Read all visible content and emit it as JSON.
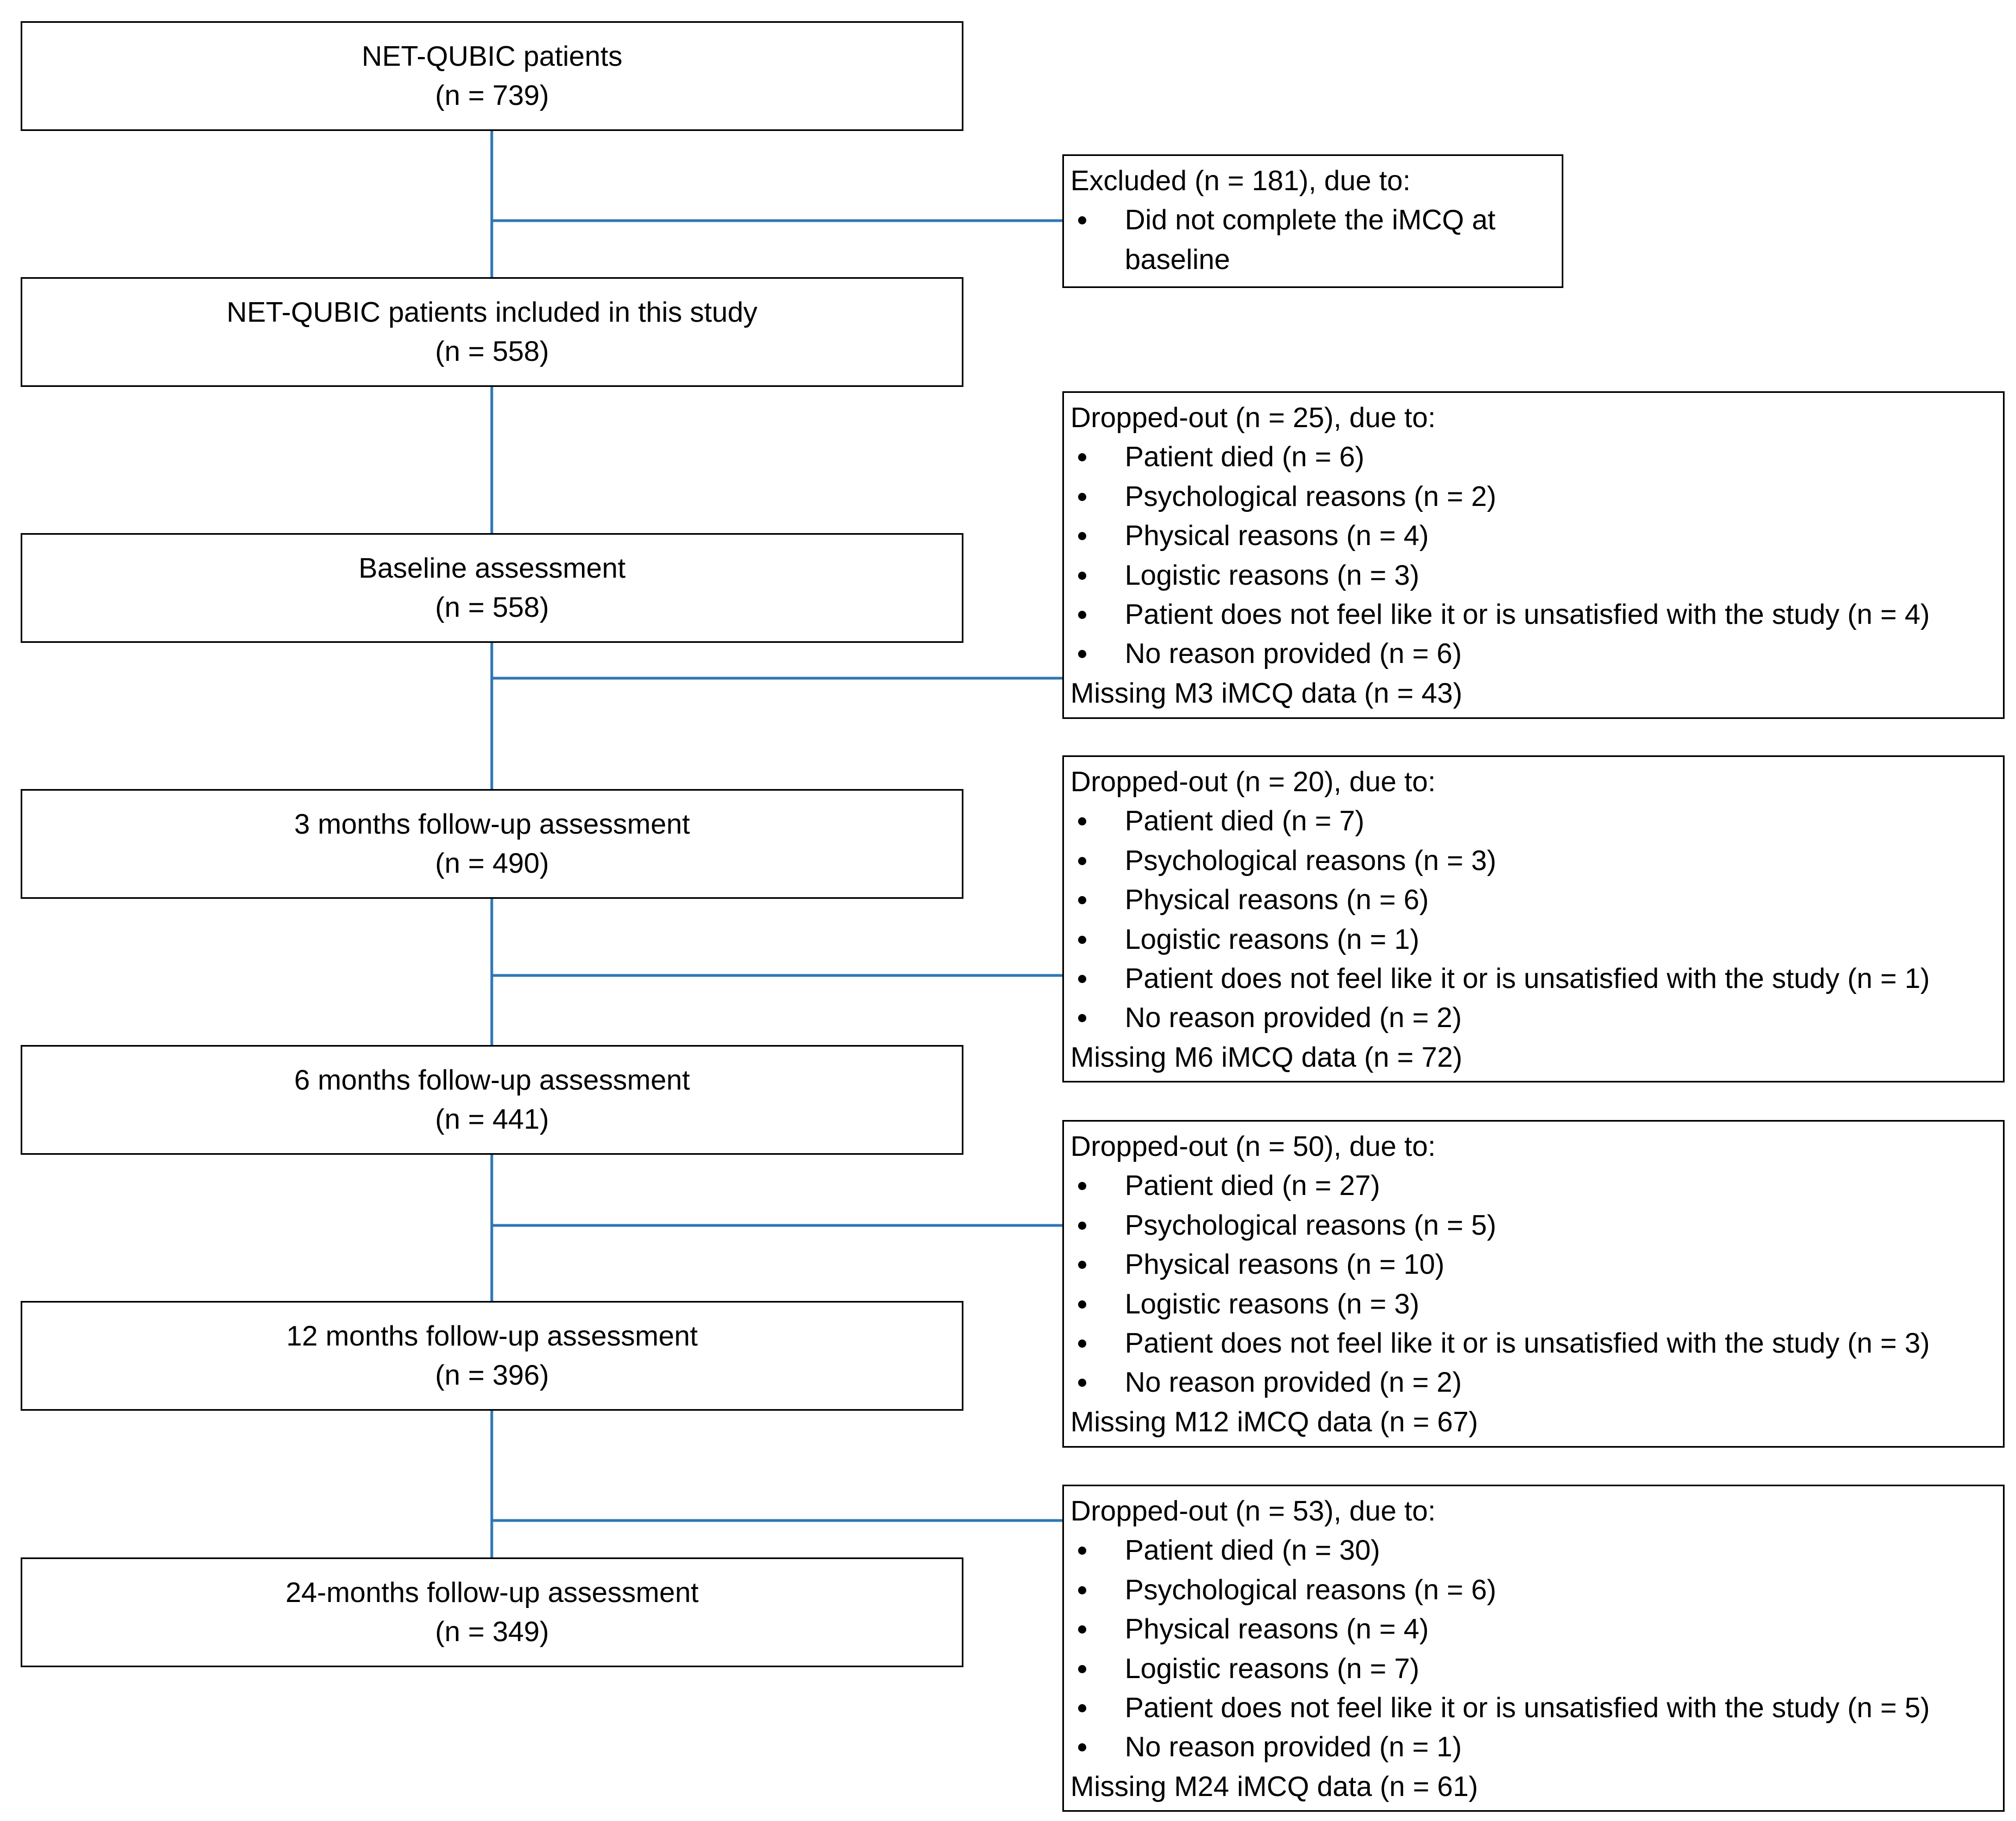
{
  "colors": {
    "connector": "#2E75B6",
    "border": "#000000",
    "text": "#000000"
  },
  "stages": [
    {
      "title": "NET-QUBIC patients",
      "count": "(n = 739)"
    },
    {
      "title": "NET-QUBIC patients included in this study",
      "count": "(n = 558)"
    },
    {
      "title": "Baseline assessment",
      "count": "(n = 558)"
    },
    {
      "title": "3 months follow-up assessment",
      "count": "(n = 490)"
    },
    {
      "title": "6 months follow-up assessment",
      "count": "(n = 441)"
    },
    {
      "title": "12 months follow-up assessment",
      "count": "(n = 396)"
    },
    {
      "title": "24-months follow-up assessment",
      "count": "(n = 349)"
    }
  ],
  "excluded": {
    "header": "Excluded (n = 181), due to:",
    "items": [
      "Did not complete the iMCQ at baseline"
    ]
  },
  "dropouts": [
    {
      "header": "Dropped-out (n = 25), due to:",
      "items": [
        "Patient died (n = 6)",
        "Psychological reasons (n = 2)",
        "Physical reasons (n = 4)",
        "Logistic reasons (n = 3)",
        "Patient does not feel like it or is unsatisfied with the study (n = 4)",
        "No reason provided (n = 6)"
      ],
      "missing": "Missing M3 iMCQ data (n = 43)"
    },
    {
      "header": "Dropped-out (n = 20), due to:",
      "items": [
        "Patient died (n = 7)",
        "Psychological reasons (n = 3)",
        "Physical reasons (n = 6)",
        "Logistic reasons (n = 1)",
        "Patient does not feel like it or is unsatisfied with the study (n = 1)",
        "No reason provided (n = 2)"
      ],
      "missing": "Missing M6 iMCQ data (n = 72)"
    },
    {
      "header": "Dropped-out (n = 50), due to:",
      "items": [
        "Patient died (n = 27)",
        "Psychological reasons (n = 5)",
        "Physical reasons (n = 10)",
        "Logistic reasons (n = 3)",
        "Patient does not feel like it or is unsatisfied with the study (n = 3)",
        "No reason provided (n = 2)"
      ],
      "missing": "Missing M12 iMCQ data (n = 67)"
    },
    {
      "header": "Dropped-out (n = 53), due to:",
      "items": [
        "Patient died (n = 30)",
        "Psychological reasons (n = 6)",
        "Physical reasons (n = 4)",
        "Logistic reasons (n = 7)",
        "Patient does not feel like it or is unsatisfied with the study (n = 5)",
        "No reason provided (n = 1)"
      ],
      "missing": "Missing M24 iMCQ data (n = 61)"
    }
  ]
}
